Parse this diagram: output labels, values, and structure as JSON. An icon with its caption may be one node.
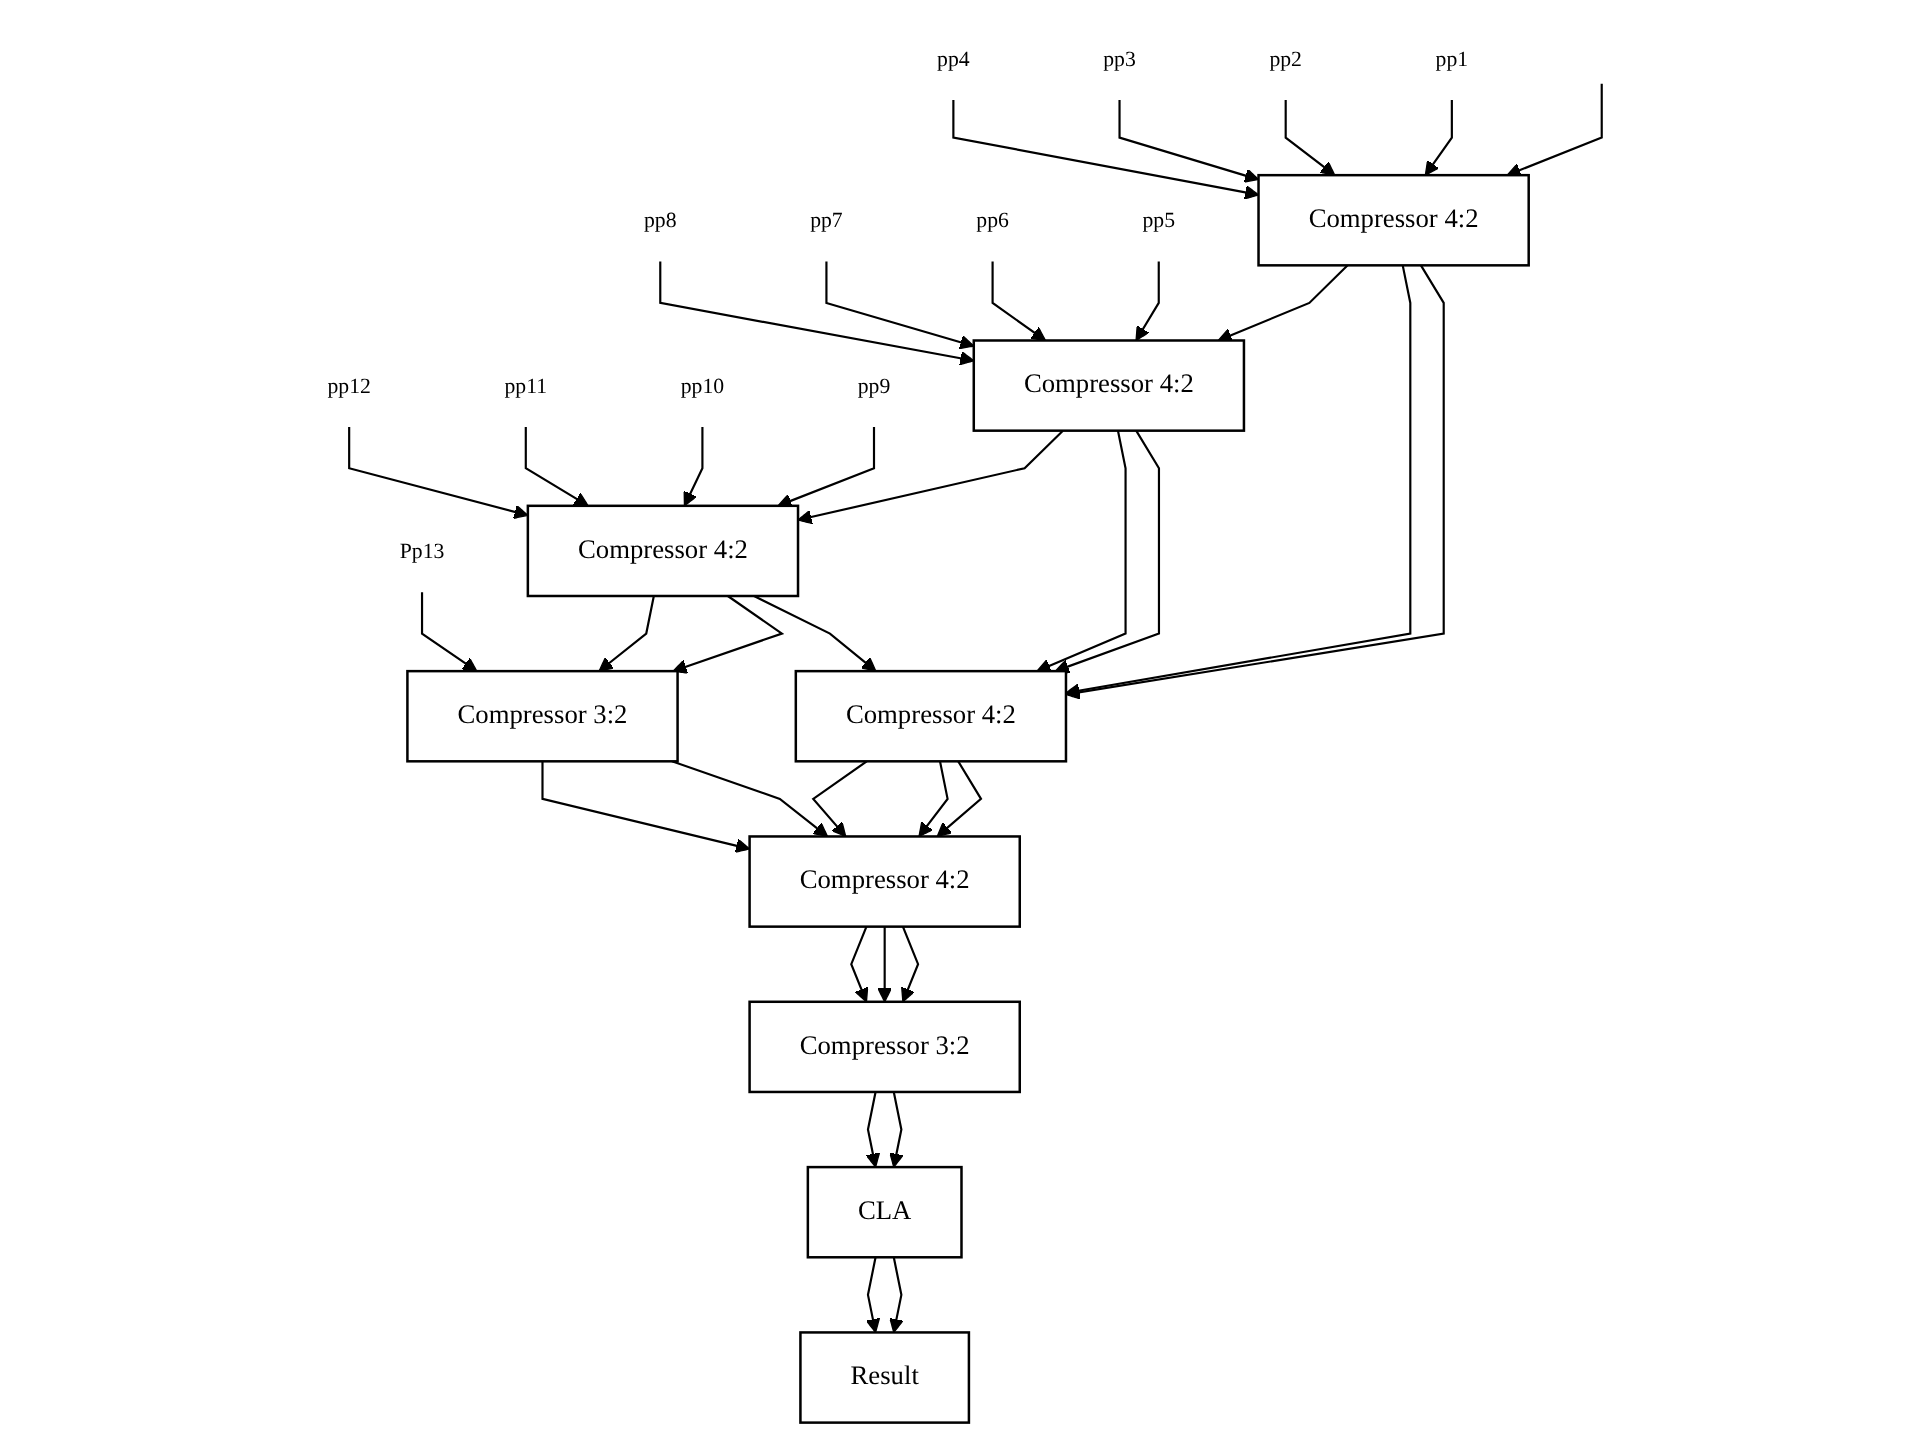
{
  "diagram": {
    "nodes": [
      {
        "text": [
          "Pp13"
        ]
      },
      {
        "text": [
          "pp12"
        ]
      },
      {
        "text": [
          "pp11"
        ]
      },
      {
        "text": [
          "pp10"
        ]
      },
      {
        "text": [
          "pp9"
        ]
      },
      {
        "text": [
          "pp8"
        ]
      },
      {
        "text": [
          "pp7"
        ]
      },
      {
        "text": [
          "pp6"
        ]
      },
      {
        "text": [
          "pp5"
        ]
      },
      {
        "text": [
          "pp4"
        ]
      },
      {
        "text": [
          "pp3"
        ]
      },
      {
        "text": [
          "pp2"
        ]
      },
      {
        "text": [
          "pp1"
        ]
      },
      {
        "text": [
          "Compressor 4:2"
        ]
      },
      {
        "text": [
          "Compressor 4:2"
        ]
      },
      {
        "text": [
          "Compressor 4:2"
        ]
      },
      {
        "text": [
          "Compressor 3:2"
        ]
      },
      {
        "text": [
          "Compressor 4:2"
        ]
      },
      {
        "text": [
          "Compressor 4:2"
        ]
      },
      {
        "text": [
          "Compressor 3:2"
        ]
      },
      {
        "text": [
          "CLA"
        ]
      },
      {
        "text": [
          "Result"
        ]
      }
    ],
    "edges": [
      {
        "from": 0,
        "to": 16,
        "arrow": "to"
      },
      {
        "from": 1,
        "to": 13,
        "arrow": "to"
      },
      {
        "from": 2,
        "to": 13,
        "arrow": "to"
      },
      {
        "from": 3,
        "to": 13,
        "arrow": "to"
      },
      {
        "from": 4,
        "to": 13,
        "arrow": "to"
      },
      {
        "from": 5,
        "to": 14,
        "arrow": "to"
      },
      {
        "from": 6,
        "to": 14,
        "arrow": "to"
      },
      {
        "from": 7,
        "to": 14,
        "arrow": "to"
      },
      {
        "from": 8,
        "to": 14,
        "arrow": "to"
      },
      {
        "from": 9,
        "to": 15,
        "arrow": "to"
      },
      {
        "from": 10,
        "to": 15,
        "arrow": "to"
      },
      {
        "from": 11,
        "to": 15,
        "arrow": "to"
      },
      {
        "from": 12,
        "to": 15,
        "arrow": "to"
      },
      {
        "from": null,
        "to": 15,
        "arrow": "to"
      },
      {
        "from": 15,
        "to": 14,
        "arrow": "to"
      },
      {
        "from": 14,
        "to": 13,
        "arrow": "to"
      },
      {
        "from": 13,
        "to": 17,
        "arrow": "to"
      },
      {
        "from": 13,
        "to": 16,
        "arrow": "to"
      },
      {
        "from": 13,
        "to": 16,
        "arrow": "to"
      },
      {
        "from": 14,
        "to": 17,
        "arrow": "to"
      },
      {
        "from": 14,
        "to": 17,
        "arrow": "to"
      },
      {
        "from": 15,
        "to": 17,
        "arrow": "to"
      },
      {
        "from": 15,
        "to": 17,
        "arrow": "to"
      },
      {
        "from": 16,
        "to": 18,
        "arrow": "to"
      },
      {
        "from": 16,
        "to": 18,
        "arrow": "to"
      },
      {
        "from": 17,
        "to": 18,
        "arrow": "to"
      },
      {
        "from": 17,
        "to": 18,
        "arrow": "to"
      },
      {
        "from": 17,
        "to": 18,
        "arrow": "to"
      },
      {
        "from": 18,
        "to": 19,
        "arrow": "to"
      },
      {
        "from": 18,
        "to": 19,
        "arrow": "to"
      },
      {
        "from": 18,
        "to": 19,
        "arrow": "to"
      },
      {
        "from": 19,
        "to": 20,
        "arrow": "to"
      },
      {
        "from": 19,
        "to": 20,
        "arrow": "to"
      },
      {
        "from": 20,
        "to": 21,
        "arrow": "to"
      },
      {
        "from": 20,
        "to": 21,
        "arrow": "to"
      }
    ]
  }
}
